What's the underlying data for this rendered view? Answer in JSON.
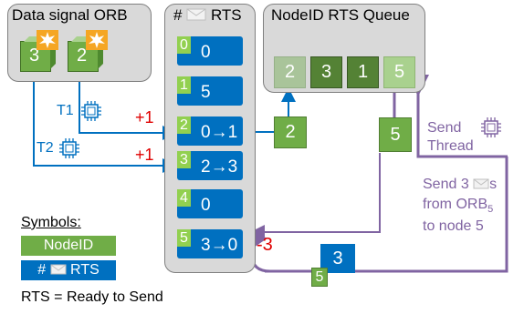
{
  "data_signal_box": {
    "title": "Data signal ORB",
    "cube_left": "3",
    "cube_right": "2"
  },
  "rts_table": {
    "title_hash": "#",
    "title_suffix": "RTS",
    "rows": [
      {
        "index": "0",
        "value": "0"
      },
      {
        "index": "1",
        "value": "5"
      },
      {
        "index": "2",
        "value": "0→1"
      },
      {
        "index": "3",
        "value": "2→3"
      },
      {
        "index": "4",
        "value": "0"
      },
      {
        "index": "5",
        "value": "3→0"
      }
    ]
  },
  "queue": {
    "title": "NodeID RTS Queue",
    "items": [
      "2",
      "3",
      "1",
      "5"
    ]
  },
  "threads": {
    "t1": "T1",
    "t2": "T2",
    "t1_increment": "+1",
    "t2_increment": "+1"
  },
  "flow": {
    "node_tag_mid": "2",
    "node_tag_right": "5",
    "decrement": "-3",
    "packet_count": "3",
    "packet_node": "5"
  },
  "send_thread": {
    "line1": "Send",
    "line2": "Thread"
  },
  "send_note": {
    "line1_prefix": "Send 3",
    "line1_suffix": "s",
    "line2_prefix": "from ORB",
    "line2_sub": "5",
    "line3": "to node 5"
  },
  "legend": {
    "title": "Symbols:",
    "nodeid": "NodeID",
    "rts_hash": "#",
    "rts_label": "RTS",
    "footnote": "RTS = Ready to Send"
  },
  "colors": {
    "blue": "#0070c0",
    "green": "#70ad47",
    "dark_green": "#548235",
    "purple": "#8064a2",
    "red": "#e00000",
    "panel_gray": "#d9d9d9"
  }
}
